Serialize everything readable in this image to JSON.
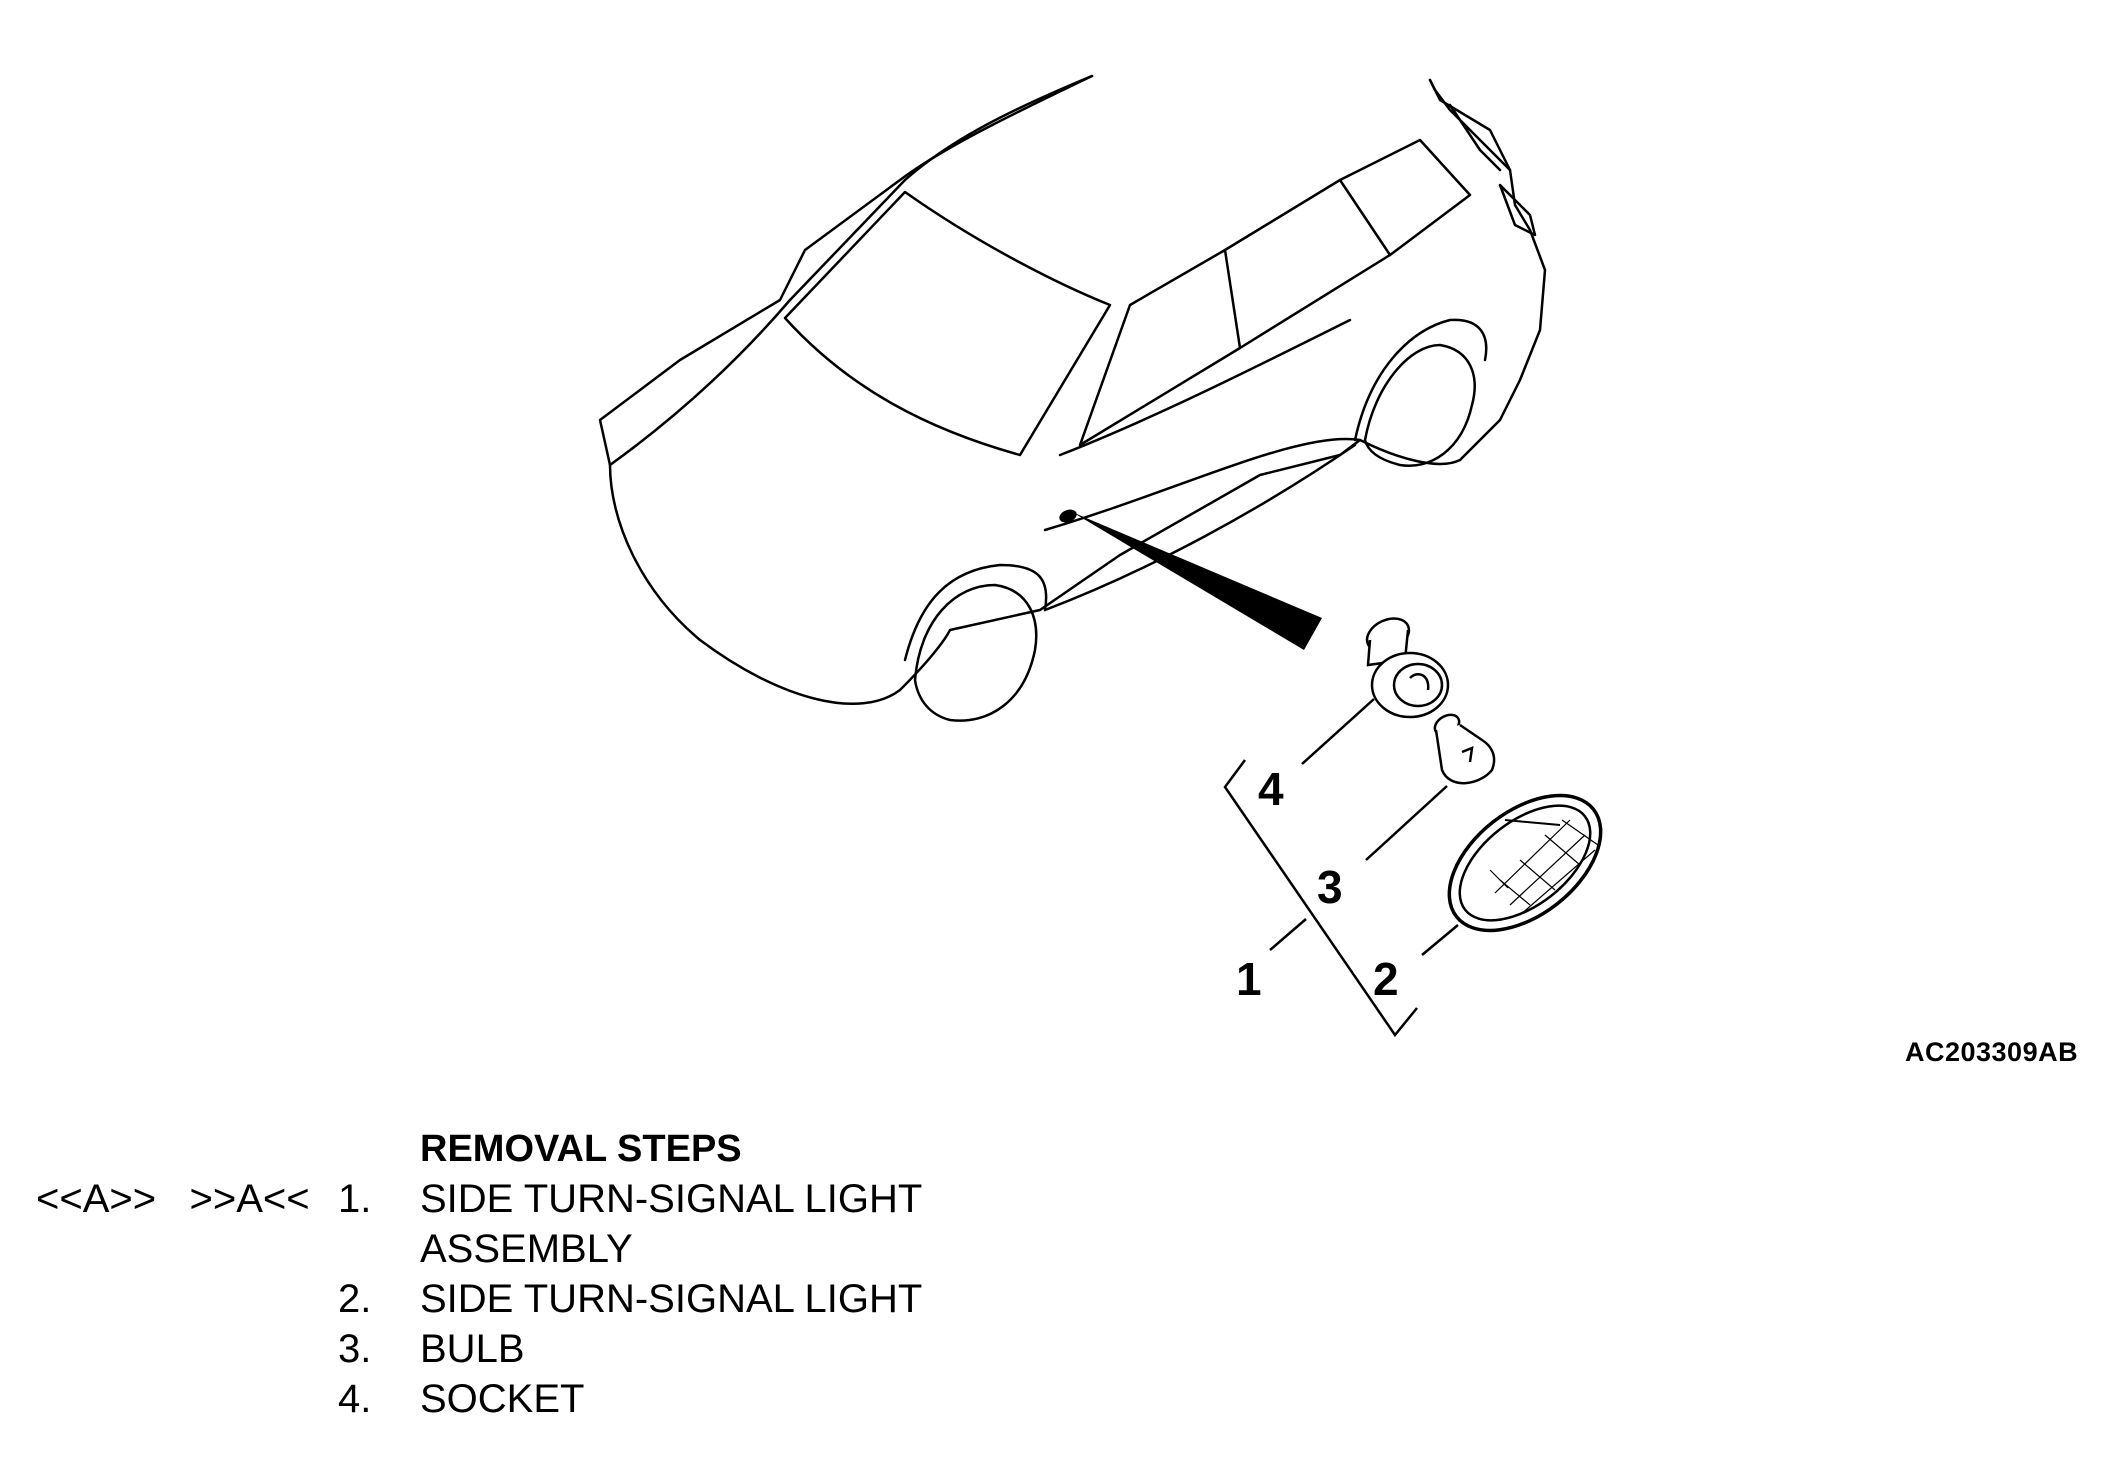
{
  "figure_code": "AC203309AB",
  "callouts": [
    "1",
    "2",
    "3",
    "4"
  ],
  "removal_steps": {
    "title": "REMOVAL STEPS",
    "items": [
      {
        "refs": {
          "removal": "<<A>>",
          "installation": ">>A<<"
        },
        "number": "1.",
        "text": "SIDE TURN-SIGNAL LIGHT",
        "text_cont": "ASSEMBLY"
      },
      {
        "number": "2.",
        "text": "SIDE TURN-SIGNAL LIGHT"
      },
      {
        "number": "3.",
        "text": "BULB"
      },
      {
        "number": "4.",
        "text": "SOCKET"
      }
    ]
  },
  "colors": {
    "line": "#000000",
    "background": "#ffffff"
  }
}
